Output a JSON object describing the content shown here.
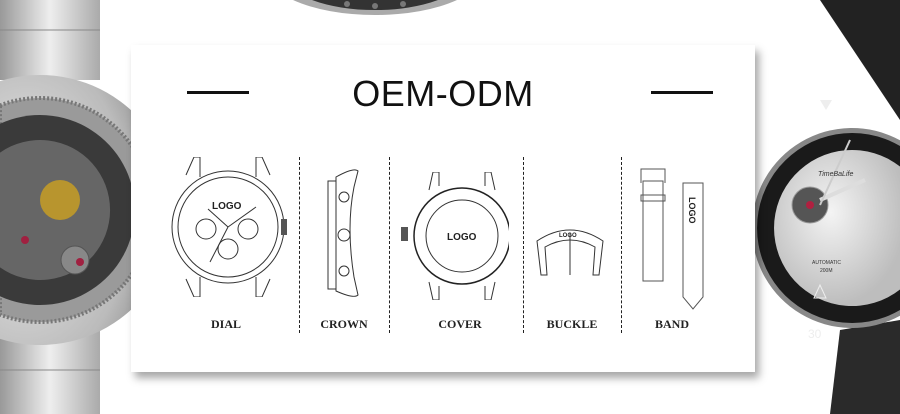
{
  "banner": {
    "title": "OEM-ODM",
    "parts": [
      {
        "label": "DIAL",
        "logo": "LOGO"
      },
      {
        "label": "CROWN"
      },
      {
        "label": "COVER",
        "logo": "LOGO"
      },
      {
        "label": "BUCKLE",
        "logo": "LOGO"
      },
      {
        "label": "BAND",
        "logo": "LOGO"
      }
    ]
  },
  "right_watch": {
    "brand": "TimeBaLife",
    "dial_text": "AUTOMATIC",
    "depth": "200M",
    "bezel_number": "30"
  },
  "colors": {
    "card": "#ffffff",
    "ink": "#111111",
    "bezel": "#1a1a1a",
    "steel": "#b8b8b8"
  }
}
